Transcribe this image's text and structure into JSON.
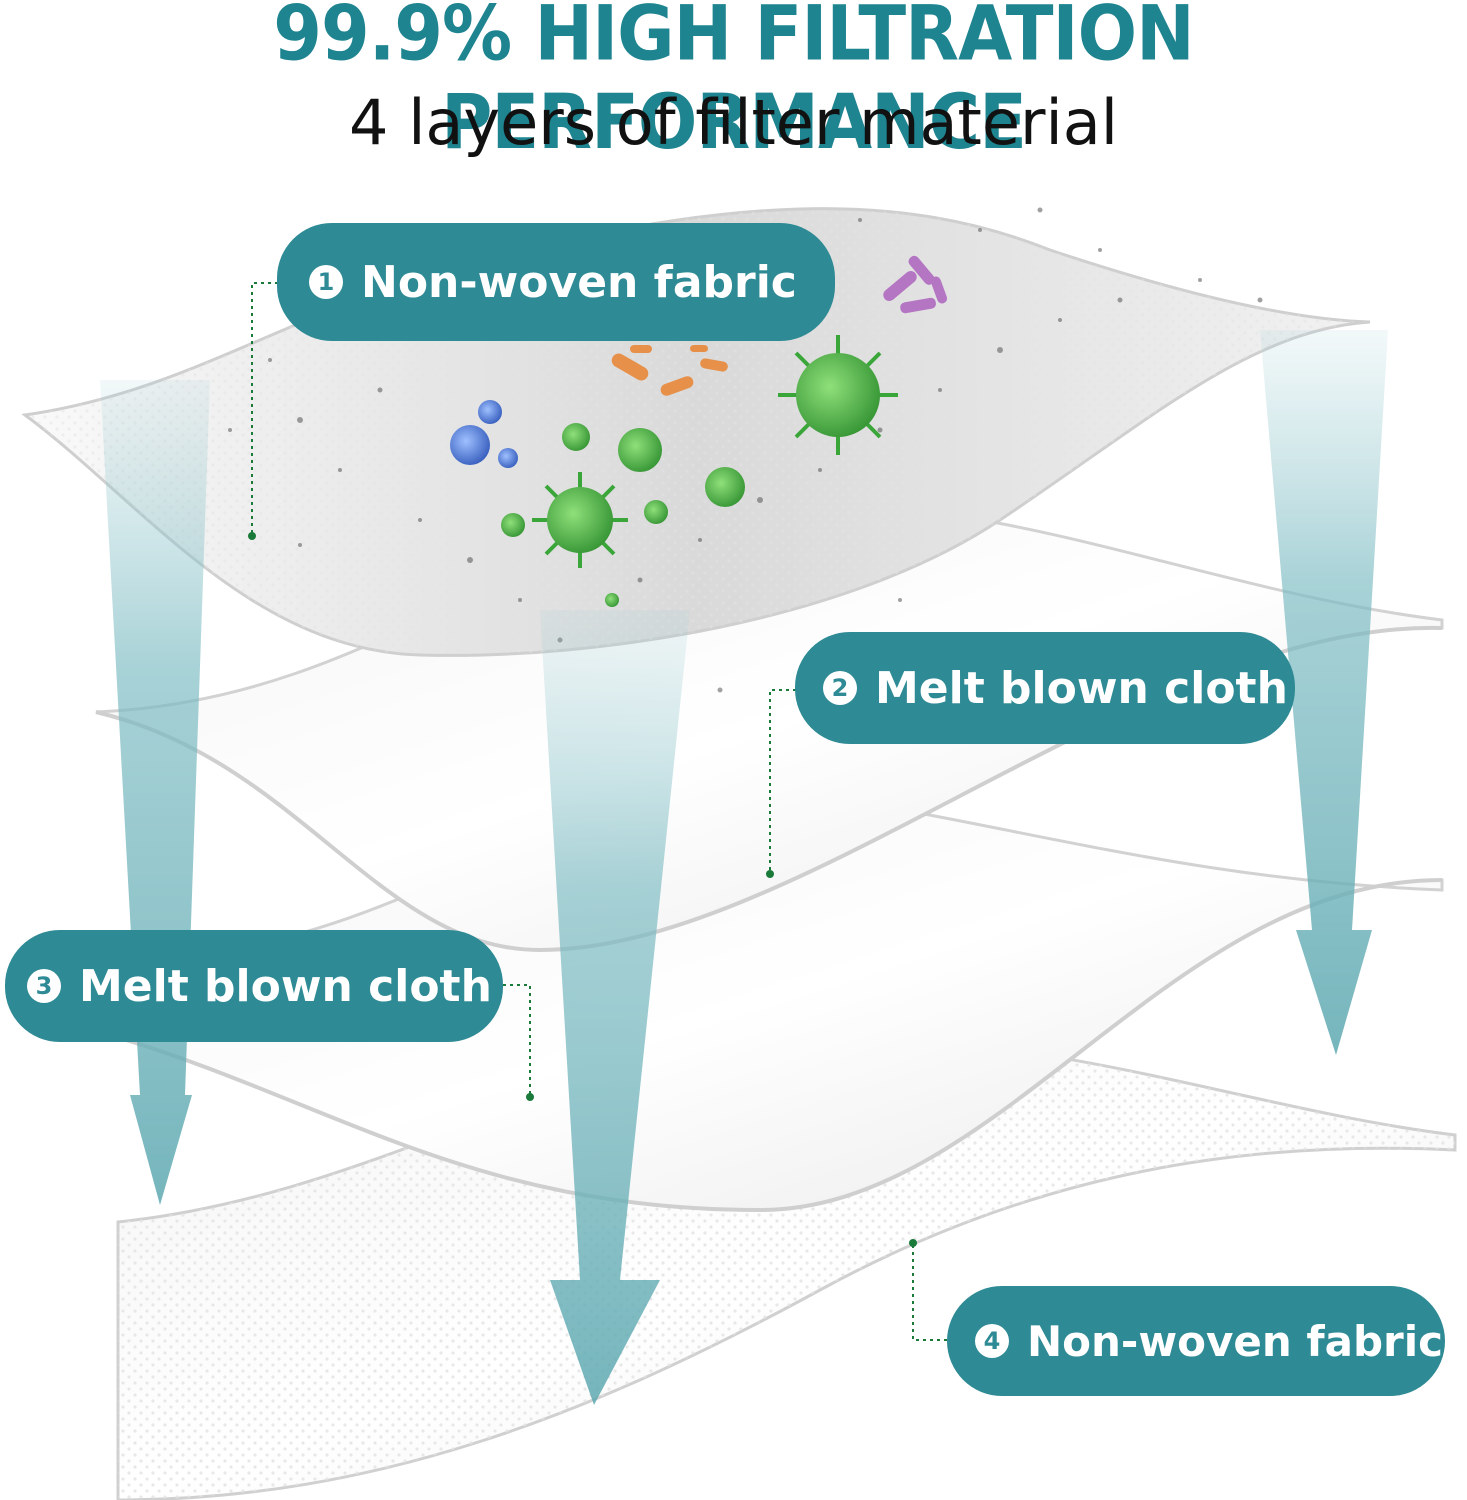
{
  "header": {
    "headline": "99.9% HIGH FILTRATION PERFORMANCE",
    "subline": "4 layers of filter material"
  },
  "layers": [
    {
      "number": "1",
      "label": "Non-woven fabric"
    },
    {
      "number": "2",
      "label": "Melt blown cloth"
    },
    {
      "number": "3",
      "label": "Melt blown cloth"
    },
    {
      "number": "4",
      "label": "Non-woven fabric"
    }
  ],
  "colors": {
    "accent": "#2e8a94",
    "headline": "#1e8490",
    "arrow": "#6fb3ba",
    "leader": "#1a7a3a",
    "virus_green": "#3aa63a",
    "virus_blue": "#3e6fd1",
    "bacteria_orange": "#e8883a",
    "bacteria_purple": "#b06ac0"
  }
}
